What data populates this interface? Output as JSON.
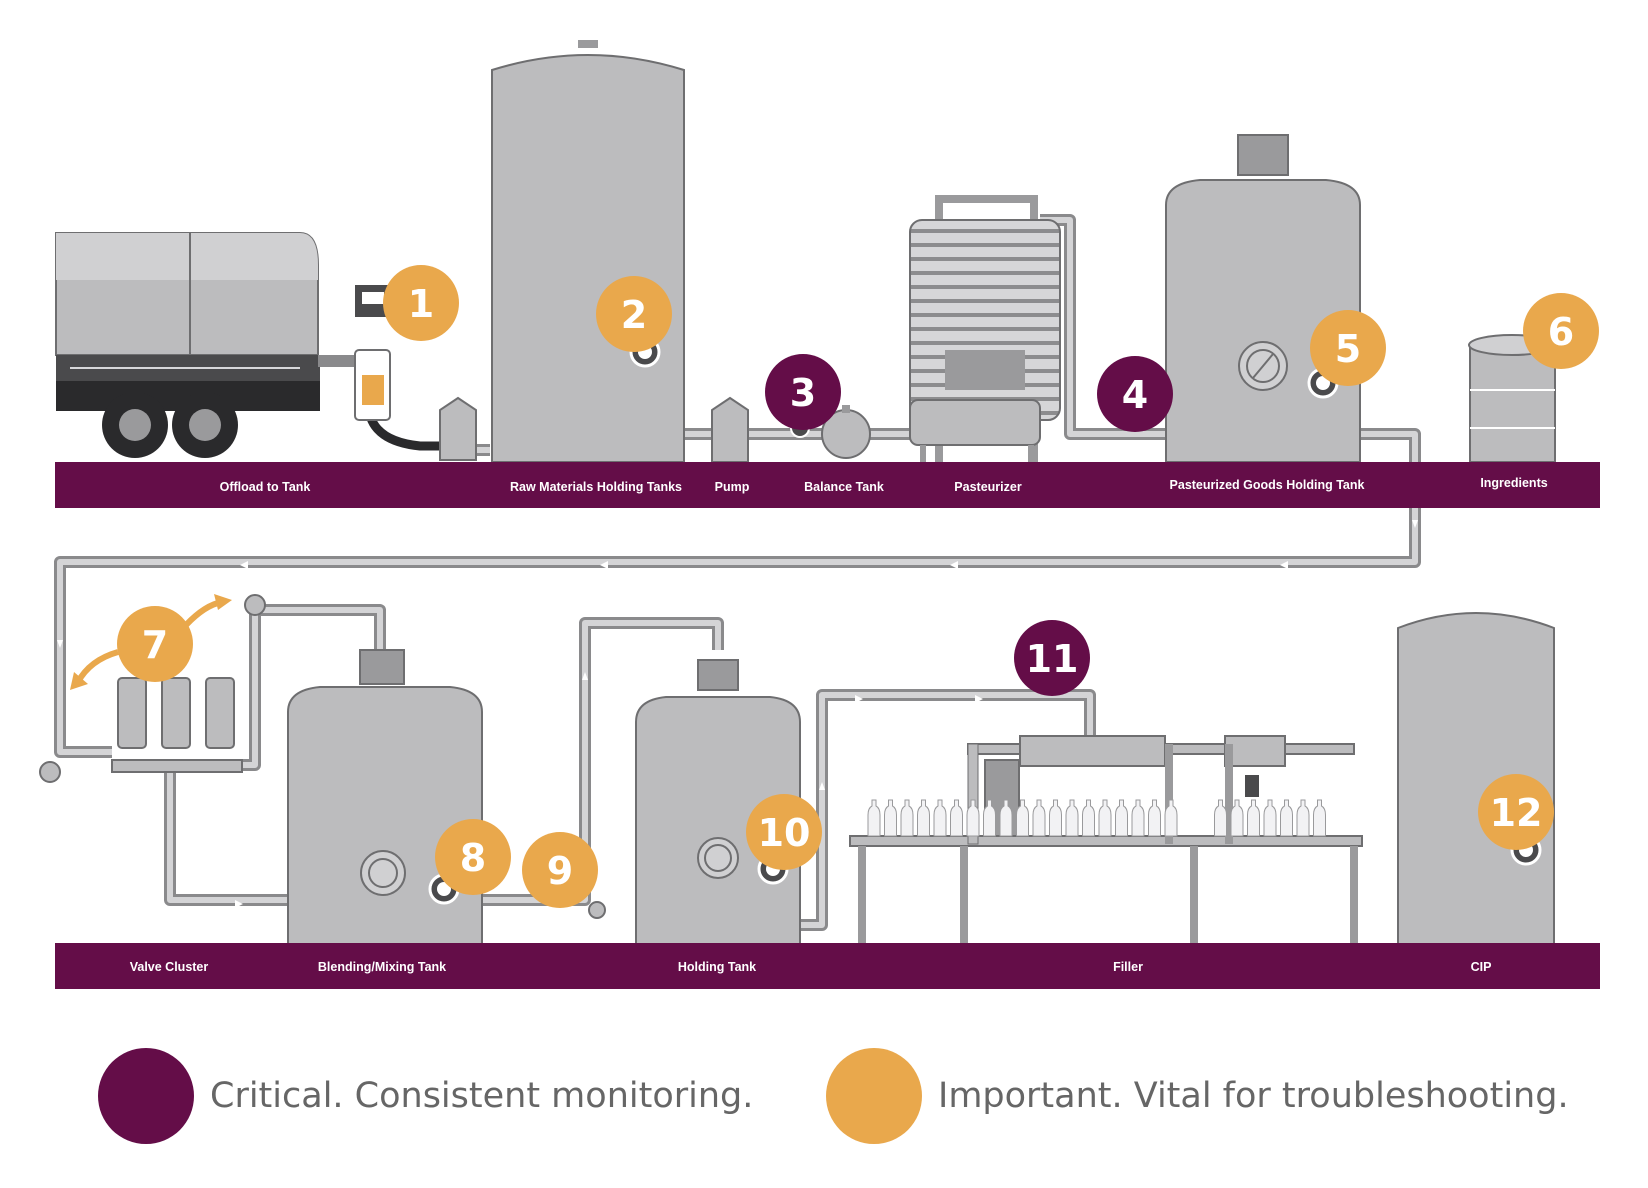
{
  "colors": {
    "critical": "#640d48",
    "important": "#e9a84c",
    "equipment": "#bcbcbe",
    "equipment_stroke": "#6e6e70",
    "equipment_dark": "#9a9a9c",
    "floor": "#640d48"
  },
  "floor_labels": {
    "row1": [
      "Offload to Tank",
      "Raw Materials Holding Tanks",
      "Pump",
      "Balance Tank",
      "Pasteurizer",
      "Pasteurized Goods Holding Tank",
      "Ingredients"
    ],
    "row2": [
      "Valve Cluster",
      "Blending/Mixing Tank",
      "Holding Tank",
      "Filler",
      "CIP"
    ]
  },
  "markers": [
    {
      "num": "1",
      "level": "important"
    },
    {
      "num": "2",
      "level": "important"
    },
    {
      "num": "3",
      "level": "critical"
    },
    {
      "num": "4",
      "level": "critical"
    },
    {
      "num": "5",
      "level": "important"
    },
    {
      "num": "6",
      "level": "important"
    },
    {
      "num": "7",
      "level": "important"
    },
    {
      "num": "8",
      "level": "important"
    },
    {
      "num": "9",
      "level": "important"
    },
    {
      "num": "10",
      "level": "important"
    },
    {
      "num": "11",
      "level": "critical"
    },
    {
      "num": "12",
      "level": "important"
    }
  ],
  "legend": {
    "critical": "Critical. Consistent monitoring.",
    "important": "Important. Vital for troubleshooting."
  }
}
